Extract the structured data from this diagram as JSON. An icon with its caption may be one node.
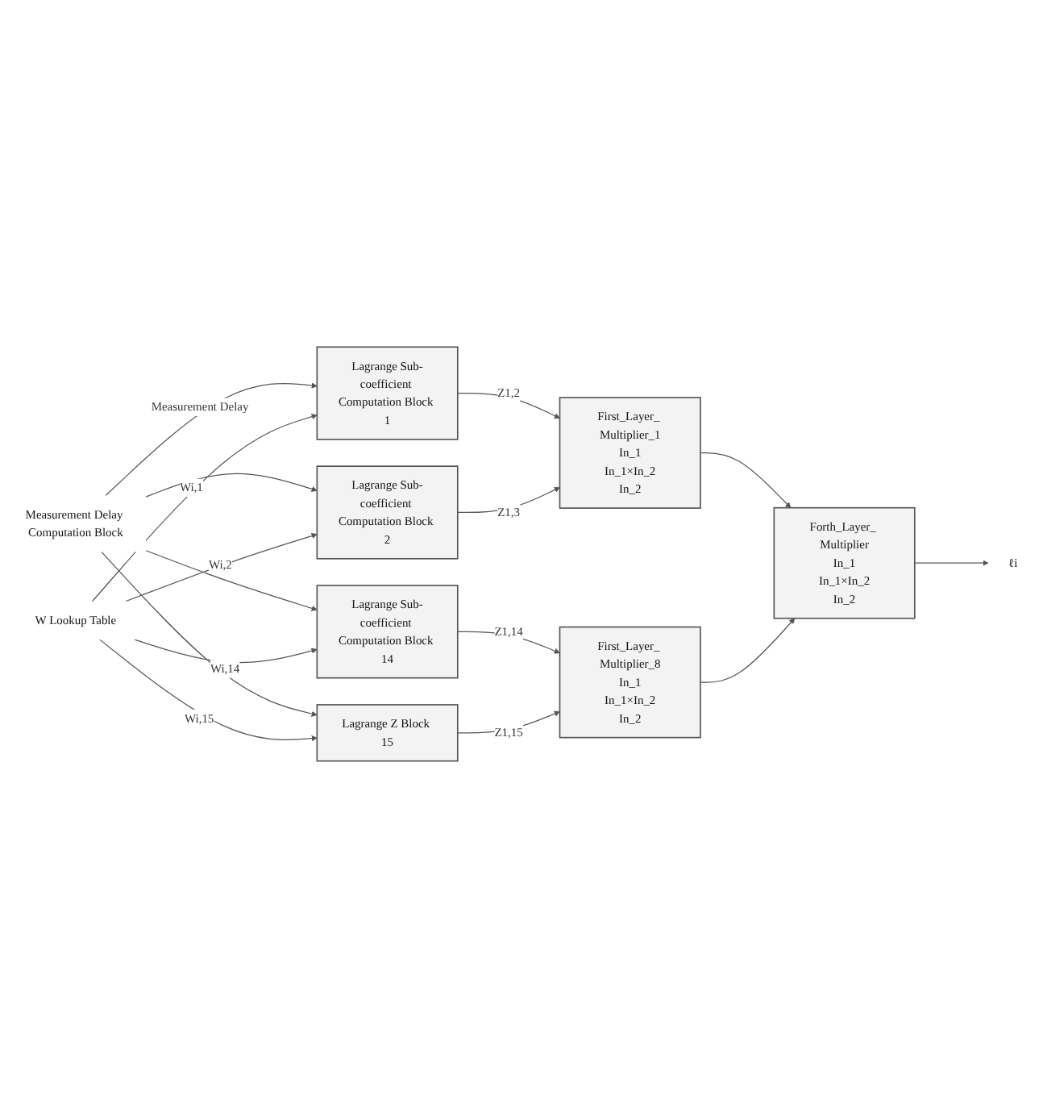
{
  "diagram": {
    "nodes": [
      {
        "text": [
          "Measurement Delay Computation Block"
        ]
      },
      {
        "text": [
          "Lagrange Sub-coefficient Computation Block 1"
        ]
      },
      {
        "text": [
          "Lagrange Sub-coefficient Computation Block 2"
        ]
      },
      {
        "text": [
          "Lagrange Sub-coefficient Computation Block 14"
        ]
      },
      {
        "text": [
          "Lagrange Z Block 15"
        ]
      },
      {
        "text": [
          "W Lookup Table"
        ]
      },
      {
        "text": [
          "First_Layer_ Multiplier_1",
          "In_1",
          "In_1×In_2",
          "In_2"
        ]
      },
      {
        "text": [
          "First_Layer_ Multiplier_8",
          "In_1",
          "In_1×In_2",
          "In_2"
        ]
      },
      {
        "text": [
          "Forth_Layer_ Multiplier",
          "In_1",
          "In_1×In_2",
          "In_2"
        ]
      },
      {
        "text": [
          "ℓi"
        ]
      }
    ],
    "edges": [
      {
        "from": 0,
        "to": 1,
        "arrow": "to",
        "label": "Measurement Delay"
      },
      {
        "from": 0,
        "to": 2,
        "arrow": "to"
      },
      {
        "from": 0,
        "to": 3,
        "arrow": "to"
      },
      {
        "from": 0,
        "to": 4,
        "arrow": "to"
      },
      {
        "from": 5,
        "to": 1,
        "arrow": "to",
        "label": "Wi,1"
      },
      {
        "from": 5,
        "to": 2,
        "arrow": "to",
        "label": "Wi,2"
      },
      {
        "from": 5,
        "to": 3,
        "arrow": "to",
        "label": "Wi,14"
      },
      {
        "from": 5,
        "to": 4,
        "arrow": "to",
        "label": "Wi,15"
      },
      {
        "from": 1,
        "to": 6,
        "arrow": "to",
        "label": "Z1,2"
      },
      {
        "from": 2,
        "to": 6,
        "arrow": "to",
        "label": "Z1,3"
      },
      {
        "from": 3,
        "to": 7,
        "arrow": "to",
        "label": "Z1,14"
      },
      {
        "from": 4,
        "to": 7,
        "arrow": "to",
        "label": "Z1,15"
      },
      {
        "from": 6,
        "to": 8,
        "arrow": "to"
      },
      {
        "from": 7,
        "to": 8,
        "arrow": "to"
      },
      {
        "from": 8,
        "to": 9,
        "arrow": "to"
      }
    ]
  }
}
